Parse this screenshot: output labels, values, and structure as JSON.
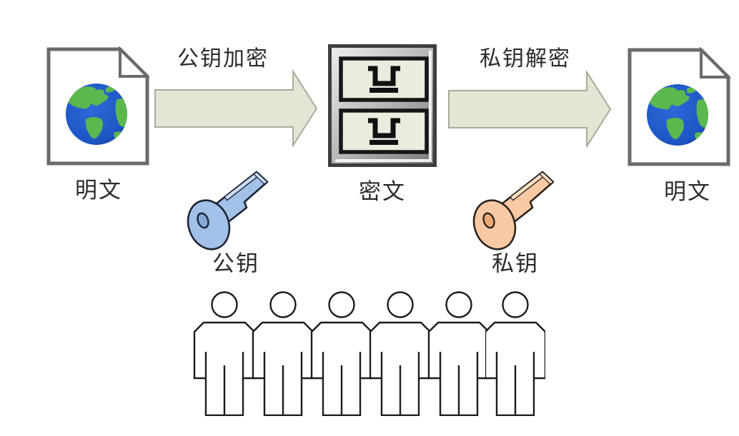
{
  "diagram": {
    "labels": {
      "plaintext_left": "明文",
      "encrypt_arrow": "公钥加密",
      "ciphertext": "密文",
      "decrypt_arrow": "私钥解密",
      "plaintext_right": "明文",
      "public_key": "公钥",
      "private_key": "私钥"
    },
    "counts": {
      "public_users": 5,
      "private_users": 1
    },
    "colors": {
      "public_key_fill": "#a3c1e8",
      "public_key_highlight": "#ccdcf4",
      "public_key_hole": "#84a8d8",
      "private_key_fill": "#f8c9a2",
      "private_key_highlight": "#fde0c4",
      "private_key_hole": "#eda874",
      "arrow_fill": "#e4e5d3",
      "globe_ocean": "#1d55c4",
      "globe_land": "#5cb84e",
      "drawer_face": "#ebecdd"
    }
  }
}
